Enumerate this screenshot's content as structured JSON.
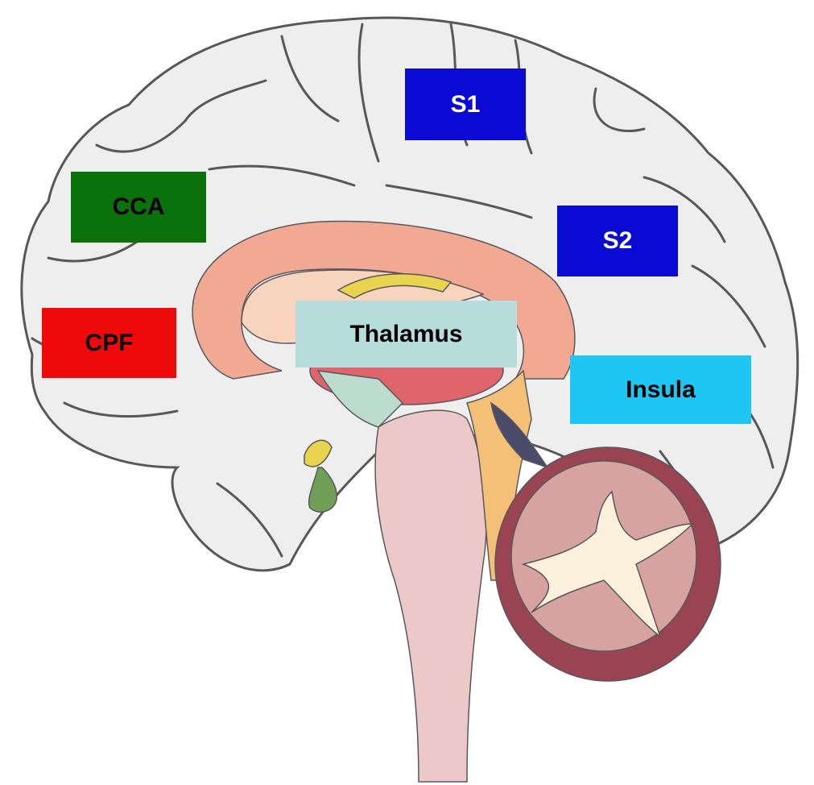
{
  "labels": {
    "s1": {
      "text": "S1",
      "bg": "#0a0ad4",
      "fg": "#ffffff"
    },
    "s2": {
      "text": "S2",
      "bg": "#0a0ad4",
      "fg": "#ffffff"
    },
    "cca": {
      "text": "CCA",
      "bg": "#0b720b",
      "fg": "#000000"
    },
    "cpf": {
      "text": "CPF",
      "bg": "#ee0a0a",
      "fg": "#000000"
    },
    "thalamus": {
      "text": "Thalamus",
      "bg": "#b6dcdc",
      "fg": "#000000"
    },
    "insula": {
      "text": "Insula",
      "bg": "#1ec6f4",
      "fg": "#000000"
    }
  },
  "colors": {
    "cortex": "#eeeeef",
    "cortex_outline": "#58585b",
    "corpus_callosum": "#f2a994",
    "corpus_inner": "#f8d3bd",
    "fornix": "#e8d44e",
    "thalamus_body": "#e0656b",
    "brainstem": "#ecc8c9",
    "brainstem_edge": "#f4c078",
    "hypothalamus": "#bcdcd0",
    "pituitary": "#6f9e57",
    "pineal_dark": "#4a4a6a",
    "cerebellum_outer": "#9a4352",
    "cerebellum_inner": "#d7a3a0",
    "cerebellum_white": "#faf0dc"
  }
}
